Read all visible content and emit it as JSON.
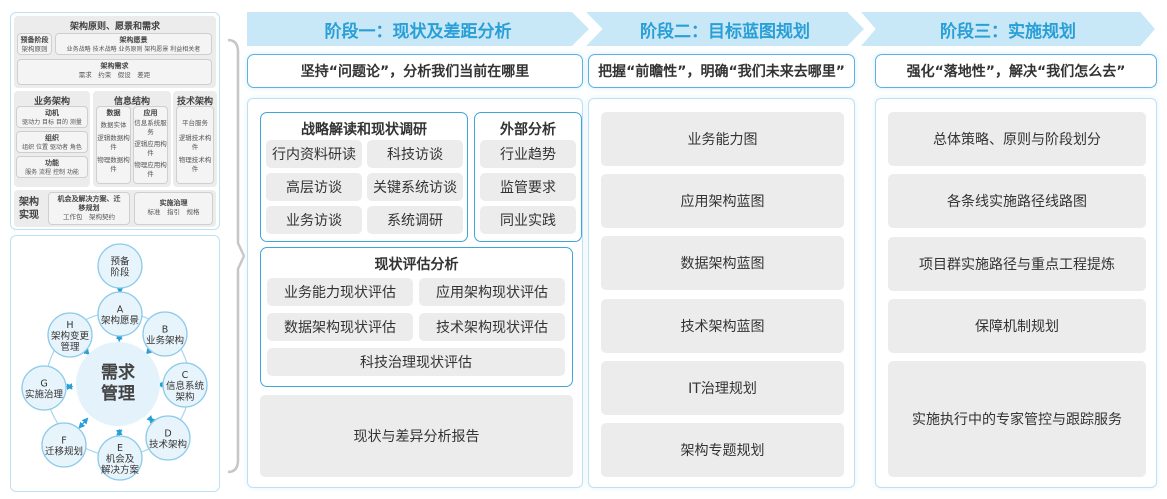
{
  "left": {
    "principles": {
      "title": "架构原则、愿景和需求",
      "prelim": {
        "title": "预备阶段",
        "items": "架构原则"
      },
      "vision": {
        "title": "架构愿景",
        "items": "业务战略 技术战略 业务原则 架构愿景 利益相关者"
      },
      "requirements": {
        "title": "架构需求",
        "items": "需求　约束　假设　差距"
      }
    },
    "business": {
      "title": "业务架构",
      "motivation": {
        "title": "动机",
        "items": "驱动力 目标 目的 测量"
      },
      "org": {
        "title": "组织",
        "items": "组织 位置 驱动者 角色"
      },
      "function": {
        "title": "功能",
        "items": "服务 流程 控制 功能"
      }
    },
    "info": {
      "title": "信息结构",
      "data": {
        "title": "数据",
        "items": [
          "数据实体",
          "逻辑数据构件",
          "物理数据构件"
        ]
      },
      "app": {
        "title": "应用",
        "items": [
          "信息系统服务",
          "逻辑应用构件",
          "物理应用构件"
        ]
      }
    },
    "tech": {
      "title": "技术架构",
      "items": [
        "平台服务",
        "逻辑技术构件",
        "物理技术构件"
      ]
    },
    "realization": {
      "title": "架构实现",
      "opportunities": {
        "title": "机会及解决方案、迁移规划",
        "items": "工作包　架构契约"
      },
      "governance": {
        "title": "实施治理",
        "items": "标准　指引　规格"
      }
    },
    "cycle": {
      "center": "需求管理",
      "prelim": "预备阶段",
      "nodes": [
        {
          "letter": "A",
          "label": "架构愿景"
        },
        {
          "letter": "B",
          "label": "业务架构"
        },
        {
          "letter": "C",
          "label": "信息系统架构"
        },
        {
          "letter": "D",
          "label": "技术架构"
        },
        {
          "letter": "E",
          "label": "机会及解决方案"
        },
        {
          "letter": "F",
          "label": "迁移规划"
        },
        {
          "letter": "G",
          "label": "实施治理"
        },
        {
          "letter": "H",
          "label": "架构变更管理"
        }
      ]
    }
  },
  "stages": [
    {
      "title": "阶段一：现状及差距分析",
      "subtitle": "坚持“问题论”，分析我们当前在哪里"
    },
    {
      "title": "阶段二：目标蓝图规划",
      "subtitle": "把握“前瞻性”，明确“我们未来去哪里”"
    },
    {
      "title": "阶段三：实施规划",
      "subtitle": "强化“落地性”，解决“我们怎么去”"
    }
  ],
  "phase1": {
    "strategy": {
      "title": "战略解读和现状调研",
      "items": [
        "行内资料研读",
        "科技访谈",
        "高层访谈",
        "关键系统访谈",
        "业务访谈",
        "系统调研"
      ]
    },
    "external": {
      "title": "外部分析",
      "items": [
        "行业趋势",
        "监管要求",
        "同业实践"
      ]
    },
    "assessment": {
      "title": "现状评估分析",
      "items": [
        "业务能力现状评估",
        "应用架构现状评估",
        "数据架构现状评估",
        "技术架构现状评估",
        "科技治理现状评估"
      ]
    },
    "report": "现状与差异分析报告"
  },
  "phase2": {
    "items": [
      "业务能力图",
      "应用架构蓝图",
      "数据架构蓝图",
      "技术架构蓝图",
      "IT治理规划",
      "架构专题规划"
    ]
  },
  "phase3": {
    "items": [
      "总体策略、原则与阶段划分",
      "各条线实施路径线路图",
      "项目群实施路径与重点工程提炼",
      "保障机制规划",
      "实施执行中的专家管控与跟踪服务"
    ]
  },
  "colors": {
    "accent": "#2a9fd6",
    "stage_bg": "#c8e8f8",
    "border": "#3fa6d8",
    "item_bg": "#ececec"
  }
}
